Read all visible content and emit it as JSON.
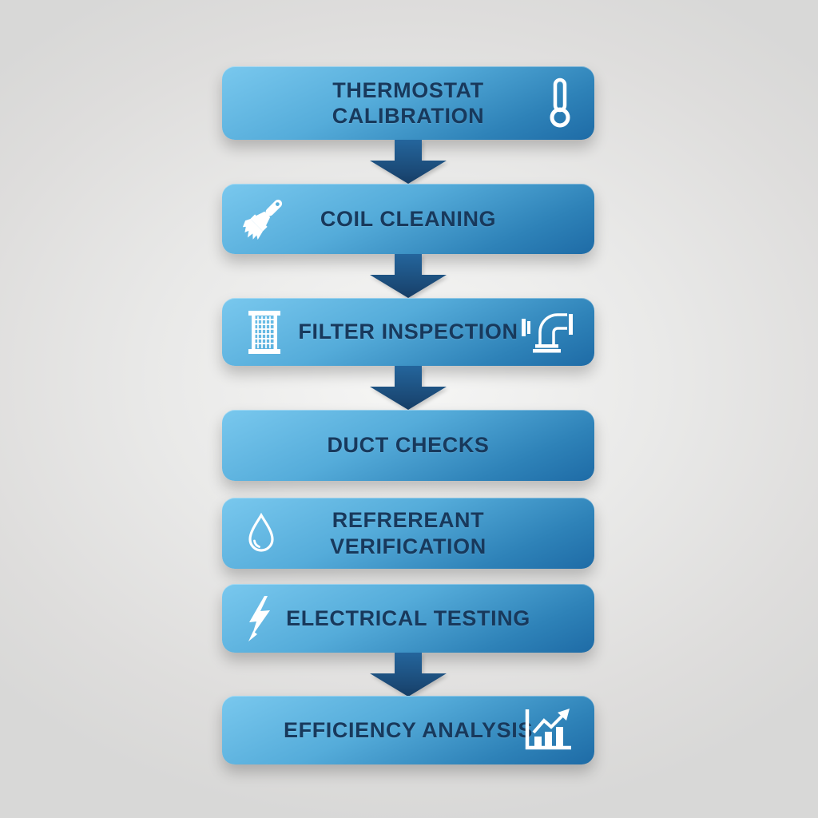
{
  "title": "HVAC maintenance process flowchart",
  "colors": {
    "box_gradient_top": "#79c8ee",
    "box_gradient_bottom": "#1e6ba6",
    "arrow_top": "#24659c",
    "arrow_bottom": "#173f68",
    "label_text": "#18395c",
    "icon": "#ffffff",
    "background": "#e9e9e8"
  },
  "steps": [
    {
      "label": "THERMOSTAT\nCALIBRATION",
      "icon_right": "thermometer"
    },
    {
      "label": "COIL CLEANING",
      "icon_left": "paintbrush"
    },
    {
      "label": "FILTER INSPECTION",
      "icon_left": "air-filter",
      "icon_right": "duct-pipe"
    },
    {
      "label": "DUCT CHECKS"
    },
    {
      "label": "REFREREANT\nVERIFICATION",
      "icon_left": "water-droplet"
    },
    {
      "label": "ELECTRICAL TESTING",
      "icon_left": "lightning-bolt"
    },
    {
      "label": "EFFICIENCY ANALYSIS",
      "icon_right": "bar-chart-growth"
    }
  ],
  "arrows_after_steps": [
    0,
    1,
    2,
    5
  ]
}
